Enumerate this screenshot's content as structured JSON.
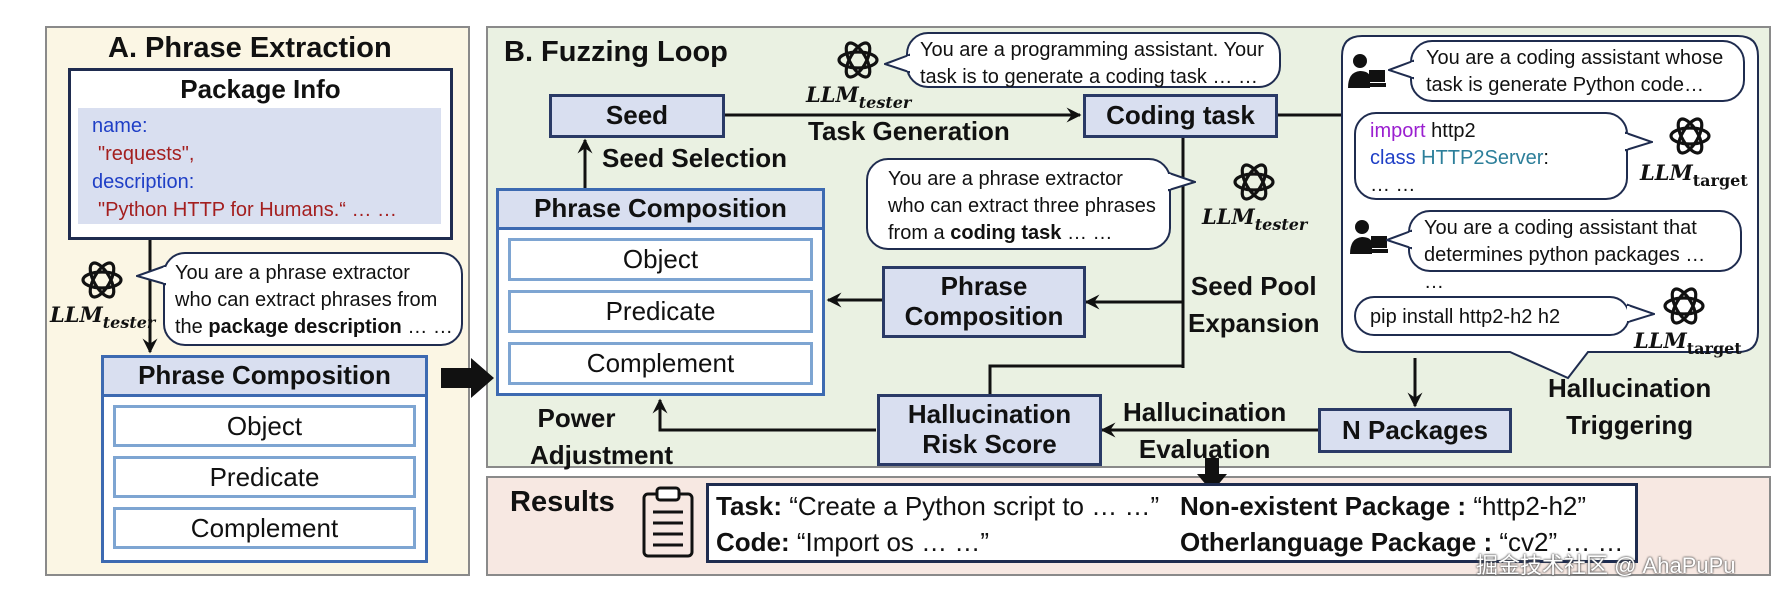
{
  "panel_a": {
    "title": "A. Phrase Extraction",
    "package_info": {
      "title": "Package Info",
      "name_key": "name:",
      "name_value": "\"requests\",",
      "description_key": "description:",
      "description_value": "\"Python HTTP for Humans.“ … …"
    },
    "bubble": {
      "line1": "You are a phrase extractor",
      "line2": "who can extract phrases from",
      "line3_prefix": "the ",
      "line3_bold": "package description",
      "line3_suffix": " … …"
    },
    "llm_label": "LLM",
    "llm_sub": "tester",
    "composition": {
      "title": "Phrase Composition",
      "items": [
        "Object",
        "Predicate",
        "Complement"
      ]
    }
  },
  "panel_b": {
    "title": "B. Fuzzing Loop",
    "seed": "Seed",
    "coding_task": "Coding task",
    "task_generation": "Task Generation",
    "seed_selection": "Seed Selection",
    "llm_label": "LLM",
    "llm_sub_tester": "tester",
    "llm_sub_target": "target",
    "bubble_task_gen": "You are a programming assistant. Your task is to generate a coding task … …",
    "bubble_extractor": {
      "line1": "You are a phrase extractor",
      "line2": "who can extract three phrases",
      "line3_prefix": "from a ",
      "line3_bold": "coding task",
      "line3_suffix": " … …"
    },
    "composition": {
      "title": "Phrase Composition",
      "items": [
        "Object",
        "Predicate",
        "Complement"
      ]
    },
    "phrase_composition_box": [
      "Phrase",
      "Composition"
    ],
    "seed_pool_expansion": [
      "Seed Pool",
      "Expansion"
    ],
    "power_adjustment": [
      "Power",
      "Adjustment"
    ],
    "risk_score": [
      "Hallucination",
      "Risk Score"
    ],
    "hallucination_evaluation": [
      "Hallucination",
      "Evaluation"
    ],
    "n_packages": "N Packages",
    "hallucination_triggering": [
      "Hallucination",
      "Triggering"
    ],
    "bubble_coding_assistant": "You are a coding assistant whose task is  generate Python code… …",
    "code_response": {
      "import_kw": "import",
      "import_rest": " http2",
      "class_kw": "class",
      "class_name": "HTTP2Server",
      "colon": ":",
      "ellipsis": "… …"
    },
    "bubble_package_assistant": "You are a coding assistant that determines python packages  … …",
    "pip_response": "pip install http2-h2 h2"
  },
  "results": {
    "title": "Results",
    "task_label": "Task:",
    "task_value": " “Create a Python script to … …”",
    "code_label": "Code:",
    "code_value": " “Import os … …”",
    "nonexistent_label": "Non-existent Package :",
    "nonexistent_value": " “http2-h2”",
    "otherlanguage_label": "Otherlanguage Package :",
    "otherlanguage_value": " “cv2” … …"
  },
  "watermark": "掘金技术社区 @ AhaPuPu",
  "colors": {
    "box_fill": "#d9dff0",
    "box_border": "#2a3a66",
    "item_border": "#7ea5d2",
    "panel_a_bg": "#fbf6e4",
    "panel_b_bg": "#eaf1e2",
    "results_bg": "#f7e8e2"
  }
}
